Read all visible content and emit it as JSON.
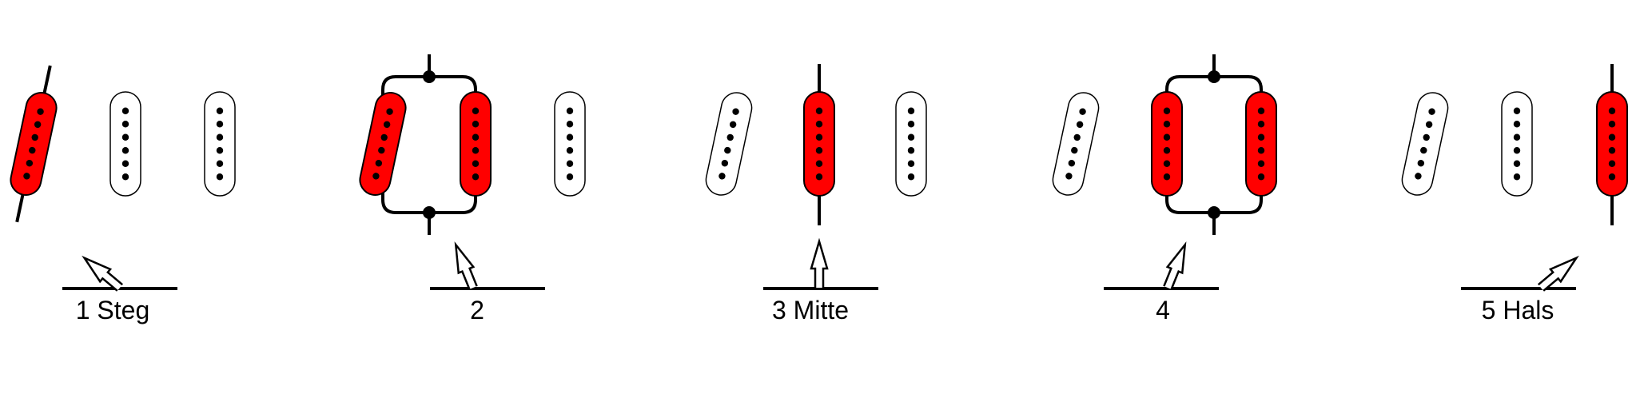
{
  "diagram": {
    "colors": {
      "active": "#ff0000",
      "inactive": "#ffffff",
      "outline": "#000000",
      "pole": "#000000"
    },
    "pickup_names": [
      "bridge",
      "middle",
      "neck"
    ],
    "positions": [
      {
        "label": "1 Steg",
        "lever": "bridge",
        "active": [
          "bridge"
        ],
        "parallel": false
      },
      {
        "label": "2",
        "lever": "bridge-middle",
        "active": [
          "bridge",
          "middle"
        ],
        "parallel": true
      },
      {
        "label": "3 Mitte",
        "lever": "middle",
        "active": [
          "middle"
        ],
        "parallel": false
      },
      {
        "label": "4",
        "lever": "middle-neck",
        "active": [
          "middle",
          "neck"
        ],
        "parallel": true
      },
      {
        "label": "5 Hals",
        "lever": "neck",
        "active": [
          "neck"
        ],
        "parallel": false
      }
    ]
  }
}
